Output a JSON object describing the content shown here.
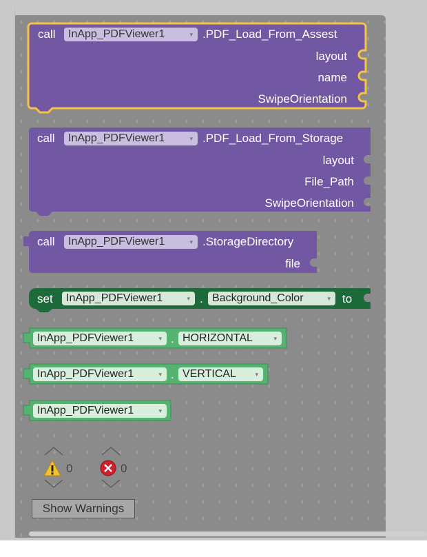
{
  "blocks": {
    "b1": {
      "call": "call",
      "component": "InApp_PDFViewer1",
      "method": ".PDF_Load_From_Assest",
      "params": [
        "layout",
        "name",
        "SwipeOrientation"
      ]
    },
    "b2": {
      "call": "call",
      "component": "InApp_PDFViewer1",
      "method": ".PDF_Load_From_Storage",
      "params": [
        "layout",
        "File_Path",
        "SwipeOrientation"
      ]
    },
    "b3": {
      "call": "call",
      "component": "InApp_PDFViewer1",
      "method": ".StorageDirectory",
      "params": [
        "file"
      ]
    },
    "b4": {
      "set": "set",
      "component": "InApp_PDFViewer1",
      "dot": ".",
      "property": "Background_Color",
      "to": "to"
    },
    "b5": {
      "component": "InApp_PDFViewer1",
      "dot": ".",
      "value": "HORIZONTAL"
    },
    "b6": {
      "component": "InApp_PDFViewer1",
      "dot": ".",
      "value": "VERTICAL"
    },
    "b7": {
      "component": "InApp_PDFViewer1"
    }
  },
  "dropdown_arrow": "▾",
  "warnings": {
    "count": "0",
    "icon": "warning-triangle-icon",
    "color": "#f2c230"
  },
  "errors": {
    "count": "0",
    "icon": "error-circle-x-icon",
    "color": "#d0202b"
  },
  "show_warnings_label": "Show Warnings",
  "colors": {
    "procedure_purple": "#7257a2",
    "setter_dark_green": "#1d6a3a",
    "constant_green": "#55b270",
    "selection_yellow": "#f7c346"
  }
}
